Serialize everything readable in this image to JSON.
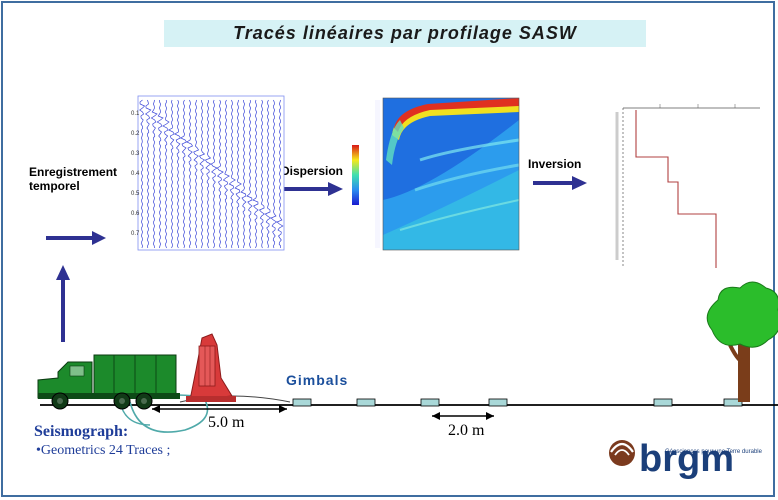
{
  "title": "Tracés linéaires par profilage SASW",
  "labels": {
    "enregistrement": [
      "Enregistrement",
      "temporel"
    ],
    "dispersion": "Dispersion",
    "inversion": "Inversion",
    "gimbals": "Gimbals",
    "dist_5m": "5.0 m",
    "dist_2m": "2.0 m",
    "seismograph": "Seismograph:",
    "geometrics": "•Geometrics 24 Traces ;"
  },
  "logo": {
    "text": "brgm",
    "tagline": "Géosciences pour une Terre durable"
  },
  "colors": {
    "arrow": "#2e3192",
    "frame": "#3f6da0",
    "title_band": "#d6f2f5",
    "truck": "#1c8a2b",
    "vibrator": "#d83a3a",
    "tree": "#2bbd2b",
    "gimbals_text": "#1b4f9c",
    "seismo_text": "#1f3d99",
    "logo": "#1b3f7a"
  }
}
